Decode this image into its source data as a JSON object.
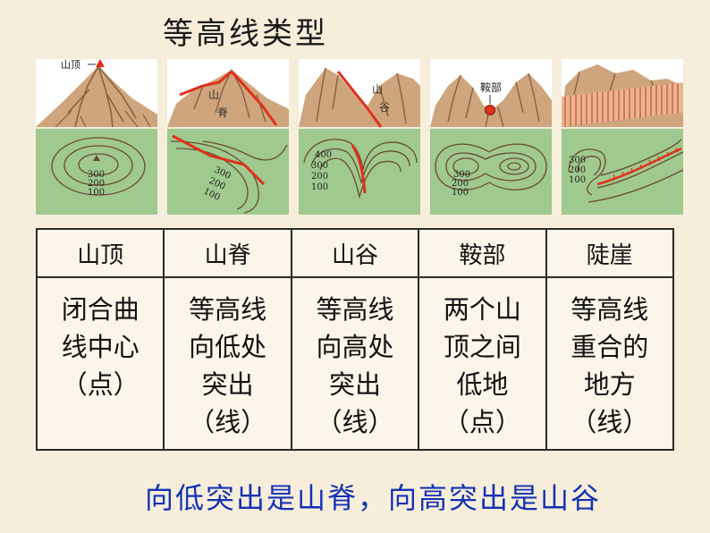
{
  "title": "等高线类型",
  "panels": [
    {
      "name": "山顶",
      "image_labels": [
        "山顶"
      ],
      "contour_labels": [
        "300",
        "200",
        "100"
      ]
    },
    {
      "name": "山脊",
      "image_labels": [
        "山",
        "脊"
      ],
      "contour_labels": [
        "300",
        "200",
        "100"
      ]
    },
    {
      "name": "山谷",
      "image_labels": [
        "山",
        "谷"
      ],
      "contour_labels": [
        "400",
        "300",
        "200",
        "100"
      ]
    },
    {
      "name": "鞍部",
      "image_labels": [
        "鞍部"
      ],
      "contour_labels": [
        "300",
        "200",
        "100"
      ]
    },
    {
      "name": "陡崖",
      "image_labels": [],
      "contour_labels": [
        "300",
        "200",
        "100"
      ]
    }
  ],
  "table": {
    "headers": [
      "山顶",
      "山脊",
      "山谷",
      "鞍部",
      "陡崖"
    ],
    "descriptions": [
      [
        "闭合曲",
        "线中心",
        "（点）"
      ],
      [
        "等高线",
        "向低处",
        "突出",
        "（线）"
      ],
      [
        "等高线",
        "向高处",
        "突出",
        "（线）"
      ],
      [
        "两个山",
        "顶之间",
        "低地",
        "（点）"
      ],
      [
        "等高线",
        "重合的",
        "地方",
        "（线）"
      ]
    ]
  },
  "summary": "向低突出是山脊，向高突出是山谷",
  "colors": {
    "background": "#f6eedb",
    "sky": "#ffffff",
    "mountain": "#cfa57d",
    "mountain_shade": "#8b6040",
    "map_ground": "#9fc98e",
    "contour_line": "#6b4a33",
    "highlight": "#e0301e",
    "summary_text": "#1432b4"
  },
  "icons": [
    "peak-triangle-icon",
    "saddle-point-icon"
  ]
}
